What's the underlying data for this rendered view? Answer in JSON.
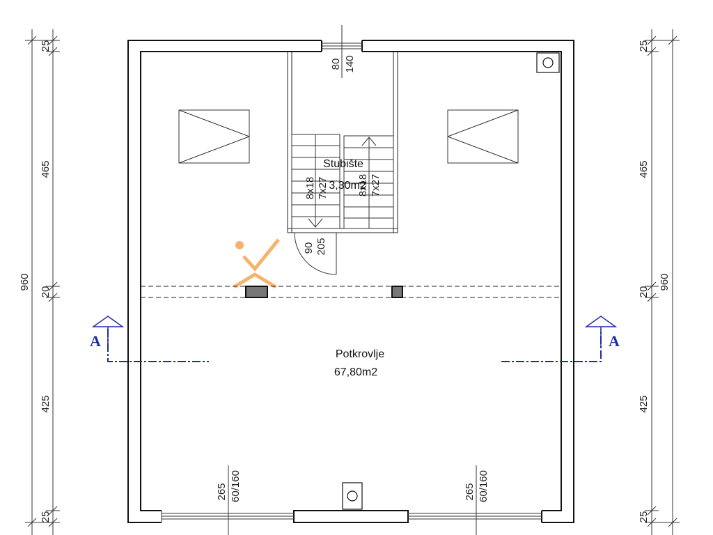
{
  "dimensions": {
    "left": {
      "total": "960",
      "top_wall": "25",
      "upper": "465",
      "beam": "20",
      "lower": "425",
      "bottom_wall": "25"
    },
    "right": {
      "total": "960",
      "top_wall": "25",
      "upper": "465",
      "beam": "20",
      "lower": "425",
      "bottom_wall": "25"
    },
    "top_window": {
      "width": "80",
      "height": "140"
    },
    "door": {
      "width": "90",
      "height": "205"
    },
    "bottom_window_left": {
      "width": "265",
      "size": "60/160"
    },
    "bottom_window_right": {
      "width": "265",
      "size": "60/160"
    }
  },
  "rooms": {
    "stairs": {
      "name": "Stubište",
      "area": "3,30m2"
    },
    "attic": {
      "name": "Potkrovlje",
      "area": "67,80m2"
    }
  },
  "stairs": {
    "left_flight": {
      "steps": "8x18",
      "tread": "7x27"
    },
    "right_flight": {
      "steps": "8x18",
      "tread": "7x27"
    }
  },
  "section_marks": {
    "left": "A",
    "right": "A"
  },
  "colors": {
    "wall": "#111111",
    "section_line": "#1f2aa8",
    "watermark": "#f39a3a"
  }
}
